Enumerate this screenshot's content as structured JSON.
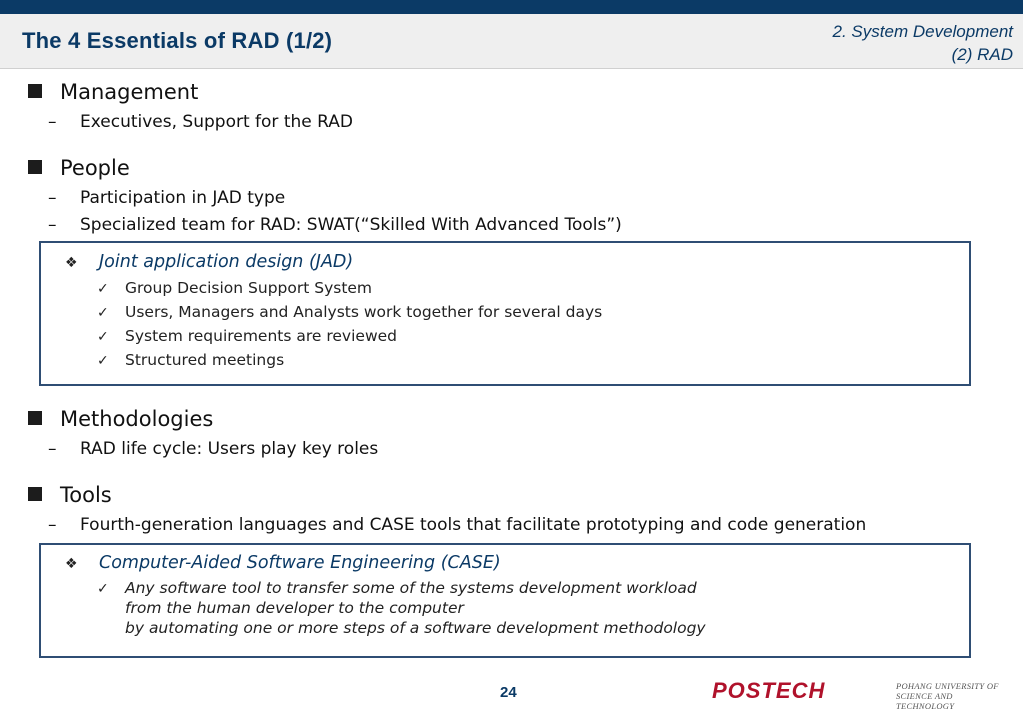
{
  "header": {
    "title": "The 4 Essentials of RAD (1/2)",
    "section_line1": "2. System Development",
    "section_line2": "(2) RAD"
  },
  "sections": [
    {
      "heading": "Management",
      "items": [
        "Executives, Support for the RAD"
      ]
    },
    {
      "heading": "People",
      "items": [
        "Participation in JAD type",
        "Specialized team for RAD: SWAT(“Skilled With Advanced Tools”)"
      ]
    },
    {
      "heading": "Methodologies",
      "items": [
        "RAD life cycle: Users play key roles"
      ]
    },
    {
      "heading": "Tools",
      "items": [
        "Fourth-generation languages and CASE tools that facilitate prototyping and code generation"
      ]
    }
  ],
  "jad_box": {
    "heading": "Joint application design (JAD)",
    "items": [
      "Group Decision Support System",
      "Users, Managers and Analysts work together for several days",
      "System requirements are reviewed",
      "Structured meetings"
    ]
  },
  "case_box": {
    "heading": "Computer-Aided Software Engineering (CASE)",
    "lines": [
      "Any software tool to transfer some of the systems development workload",
      "from the human developer to the computer",
      "by automating one or more steps of a software development methodology"
    ]
  },
  "footer": {
    "page_number": "24",
    "logo_word": "POSTECH",
    "logo_line1": "POHANG UNIVERSITY OF",
    "logo_line2": "SCIENCE AND TECHNOLOGY"
  },
  "colors": {
    "navy": "#0b3a66",
    "box_border": "#2f4e74",
    "brand_red": "#b0122b"
  }
}
